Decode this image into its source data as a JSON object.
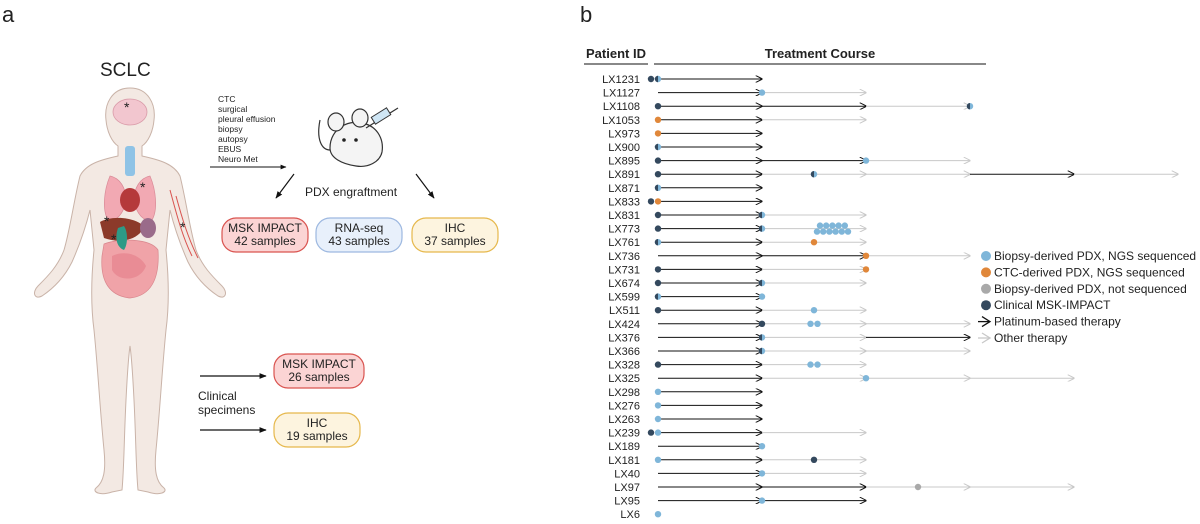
{
  "panel_a": {
    "label": "a",
    "title": "SCLC",
    "sources": [
      "CTC",
      "surgical",
      "pleural effusion",
      "biopsy",
      "autopsy",
      "EBUS",
      "Neuro Met"
    ],
    "engraftment_label": "PDX engraftment",
    "pdx_boxes": [
      {
        "name": "MSK IMPACT",
        "count": "42 samples",
        "fill": "#fbd4d4",
        "stroke": "#d9534f"
      },
      {
        "name": "RNA-seq",
        "count": "43 samples",
        "fill": "#e8f0fb",
        "stroke": "#9db8e0"
      },
      {
        "name": "IHC",
        "count": "37 samples",
        "fill": "#fdf4df",
        "stroke": "#e6b84c"
      }
    ],
    "clinical_label_line1": "Clinical",
    "clinical_label_line2": "specimens",
    "clinical_boxes": [
      {
        "name": "MSK IMPACT",
        "count": "26 samples",
        "fill": "#fbd4d4",
        "stroke": "#d9534f"
      },
      {
        "name": "IHC",
        "count": "19 samples",
        "fill": "#fdf4df",
        "stroke": "#e6b84c"
      }
    ],
    "star_symbol": "*"
  },
  "panel_b": {
    "label": "b",
    "col_patient": "Patient ID",
    "col_treatment": "Treatment Course",
    "colors": {
      "biopsy_ngs": "#7fb6d9",
      "ctc_ngs": "#e0873a",
      "biopsy_noseq": "#a9a9a9",
      "clinical": "#34495e"
    },
    "legend": [
      {
        "key": "biopsy_ngs",
        "label": "Biopsy-derived PDX, NGS sequenced"
      },
      {
        "key": "ctc_ngs",
        "label": "CTC-derived PDX, NGS sequenced"
      },
      {
        "key": "biopsy_noseq",
        "label": "Biopsy-derived PDX, not sequenced"
      },
      {
        "key": "clinical",
        "label": "Clinical MSK-IMPACT"
      },
      {
        "key": "platinum",
        "label": "Platinum-based therapy"
      },
      {
        "key": "other",
        "label": "Other therapy"
      }
    ],
    "patients": [
      {
        "id": "LX1231",
        "arrows": [
          "P"
        ],
        "markers": [
          {
            "pos": 0,
            "types": [
              "clinical",
              "mixed"
            ]
          }
        ]
      },
      {
        "id": "LX1127",
        "arrows": [
          "P",
          "O"
        ],
        "markers": [
          {
            "pos": 1,
            "types": [
              "biopsy_ngs"
            ]
          }
        ]
      },
      {
        "id": "LX1108",
        "arrows": [
          "P",
          "P",
          "O"
        ],
        "markers": [
          {
            "pos": 0,
            "types": [
              "clinical"
            ]
          },
          {
            "pos": 3,
            "types": [
              "mixed"
            ]
          }
        ]
      },
      {
        "id": "LX1053",
        "arrows": [
          "P",
          "O"
        ],
        "markers": [
          {
            "pos": 0,
            "types": [
              "ctc_ngs"
            ]
          }
        ]
      },
      {
        "id": "LX973",
        "arrows": [
          "P"
        ],
        "markers": [
          {
            "pos": 0,
            "types": [
              "ctc_ngs"
            ]
          }
        ]
      },
      {
        "id": "LX900",
        "arrows": [
          "P"
        ],
        "markers": [
          {
            "pos": 0,
            "types": [
              "mixed"
            ]
          }
        ]
      },
      {
        "id": "LX895",
        "arrows": [
          "P",
          "P",
          "O"
        ],
        "markers": [
          {
            "pos": 0,
            "types": [
              "clinical"
            ]
          },
          {
            "pos": 2,
            "types": [
              "biopsy_ngs"
            ]
          }
        ]
      },
      {
        "id": "LX891",
        "arrows": [
          "P",
          "O",
          "O",
          "P",
          "O"
        ],
        "markers": [
          {
            "pos": 0,
            "types": [
              "clinical"
            ]
          },
          {
            "pos": 1.5,
            "types": [
              "mixed"
            ]
          }
        ]
      },
      {
        "id": "LX871",
        "arrows": [
          "P"
        ],
        "markers": [
          {
            "pos": 0,
            "types": [
              "mixed"
            ]
          }
        ]
      },
      {
        "id": "LX833",
        "arrows": [
          "P"
        ],
        "markers": [
          {
            "pos": 0,
            "types": [
              "clinical",
              "ctc_ngs"
            ]
          }
        ]
      },
      {
        "id": "LX831",
        "arrows": [
          "P",
          "O"
        ],
        "markers": [
          {
            "pos": 0,
            "types": [
              "clinical"
            ]
          },
          {
            "pos": 1,
            "types": [
              "mixed"
            ]
          }
        ]
      },
      {
        "id": "LX773",
        "arrows": [
          "P",
          "O"
        ],
        "markers": [
          {
            "pos": 0,
            "types": [
              "clinical"
            ]
          },
          {
            "pos": 1,
            "types": [
              "mixed"
            ]
          },
          {
            "pos": 1.5,
            "types": [
              "cluster"
            ]
          }
        ]
      },
      {
        "id": "LX761",
        "arrows": [
          "P",
          "O"
        ],
        "markers": [
          {
            "pos": 0,
            "types": [
              "mixed"
            ]
          },
          {
            "pos": 1.5,
            "types": [
              "ctc_ngs"
            ]
          }
        ]
      },
      {
        "id": "LX736",
        "arrows": [
          "P",
          "P",
          "O"
        ],
        "markers": [
          {
            "pos": 2,
            "types": [
              "ctc_ngs"
            ]
          }
        ]
      },
      {
        "id": "LX731",
        "arrows": [
          "P",
          "O"
        ],
        "markers": [
          {
            "pos": 0,
            "types": [
              "clinical"
            ]
          },
          {
            "pos": 2,
            "types": [
              "ctc_ngs"
            ]
          }
        ]
      },
      {
        "id": "LX674",
        "arrows": [
          "P",
          "O"
        ],
        "markers": [
          {
            "pos": 0,
            "types": [
              "clinical"
            ]
          },
          {
            "pos": 1,
            "types": [
              "mixed"
            ]
          }
        ]
      },
      {
        "id": "LX599",
        "arrows": [
          "P"
        ],
        "markers": [
          {
            "pos": 0,
            "types": [
              "mixed"
            ]
          },
          {
            "pos": 1,
            "types": [
              "biopsy_ngs"
            ]
          }
        ]
      },
      {
        "id": "LX511",
        "arrows": [
          "P",
          "O"
        ],
        "markers": [
          {
            "pos": 0,
            "types": [
              "clinical"
            ]
          },
          {
            "pos": 1.5,
            "types": [
              "biopsy_ngs"
            ]
          }
        ]
      },
      {
        "id": "LX424",
        "arrows": [
          "P",
          "O",
          "O"
        ],
        "markers": [
          {
            "pos": 1,
            "types": [
              "clinical"
            ]
          },
          {
            "pos": 1.5,
            "types": [
              "biopsy_ngs",
              "biopsy_ngs"
            ]
          }
        ]
      },
      {
        "id": "LX376",
        "arrows": [
          "P",
          "O",
          "P"
        ],
        "markers": [
          {
            "pos": 1,
            "types": [
              "mixed"
            ]
          }
        ]
      },
      {
        "id": "LX366",
        "arrows": [
          "P",
          "O",
          "O"
        ],
        "markers": [
          {
            "pos": 1,
            "types": [
              "mixed"
            ]
          }
        ]
      },
      {
        "id": "LX328",
        "arrows": [
          "P",
          "O"
        ],
        "markers": [
          {
            "pos": 0,
            "types": [
              "clinical"
            ]
          },
          {
            "pos": 1.5,
            "types": [
              "biopsy_ngs",
              "biopsy_ngs"
            ]
          }
        ]
      },
      {
        "id": "LX325",
        "arrows": [
          "P",
          "O",
          "O",
          "O"
        ],
        "markers": [
          {
            "pos": 2,
            "types": [
              "biopsy_ngs"
            ]
          }
        ]
      },
      {
        "id": "LX298",
        "arrows": [
          "P"
        ],
        "markers": [
          {
            "pos": 0,
            "types": [
              "biopsy_ngs"
            ]
          }
        ]
      },
      {
        "id": "LX276",
        "arrows": [
          "P"
        ],
        "markers": [
          {
            "pos": 0,
            "types": [
              "biopsy_ngs"
            ]
          }
        ]
      },
      {
        "id": "LX263",
        "arrows": [
          "P"
        ],
        "markers": [
          {
            "pos": 0,
            "types": [
              "biopsy_ngs"
            ]
          }
        ]
      },
      {
        "id": "LX239",
        "arrows": [
          "P",
          "O"
        ],
        "markers": [
          {
            "pos": 0,
            "types": [
              "clinical",
              "biopsy_ngs"
            ]
          }
        ]
      },
      {
        "id": "LX189",
        "arrows": [
          "P"
        ],
        "markers": [
          {
            "pos": 1,
            "types": [
              "biopsy_ngs"
            ]
          }
        ]
      },
      {
        "id": "LX181",
        "arrows": [
          "P",
          "O"
        ],
        "markers": [
          {
            "pos": 0,
            "types": [
              "biopsy_ngs"
            ]
          },
          {
            "pos": 1.5,
            "types": [
              "clinical"
            ]
          }
        ]
      },
      {
        "id": "LX40",
        "arrows": [
          "P",
          "O"
        ],
        "markers": [
          {
            "pos": 1,
            "types": [
              "biopsy_ngs"
            ]
          }
        ]
      },
      {
        "id": "LX97",
        "arrows": [
          "P",
          "P",
          "O",
          "O"
        ],
        "markers": [
          {
            "pos": 2.5,
            "types": [
              "biopsy_noseq"
            ]
          }
        ]
      },
      {
        "id": "LX95",
        "arrows": [
          "P",
          "P"
        ],
        "markers": [
          {
            "pos": 1,
            "types": [
              "biopsy_ngs"
            ]
          }
        ]
      },
      {
        "id": "LX6",
        "arrows": [],
        "markers": [
          {
            "pos": 0,
            "types": [
              "biopsy_ngs"
            ]
          }
        ]
      }
    ]
  }
}
